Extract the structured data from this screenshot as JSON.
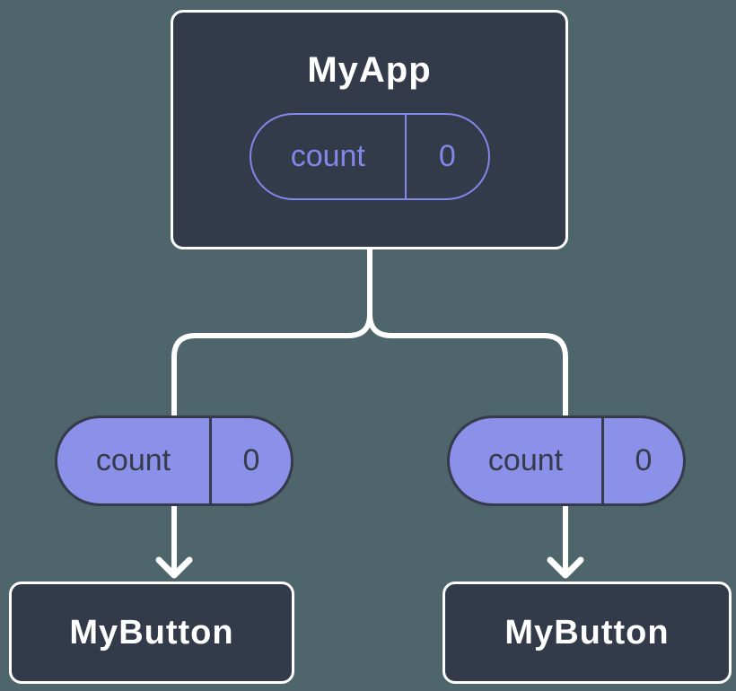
{
  "colors": {
    "background": "#4d656b",
    "node_fill": "#333a49",
    "node_border": "#ffffff",
    "prop_accent": "#8287e8",
    "prop_fill": "#8b90e8",
    "prop_dark": "#353b4a",
    "connector": "#ffffff"
  },
  "root": {
    "title": "MyApp",
    "prop": {
      "name": "count",
      "value": "0"
    }
  },
  "children": [
    {
      "title": "MyButton",
      "prop": {
        "name": "count",
        "value": "0"
      }
    },
    {
      "title": "MyButton",
      "prop": {
        "name": "count",
        "value": "0"
      }
    }
  ]
}
